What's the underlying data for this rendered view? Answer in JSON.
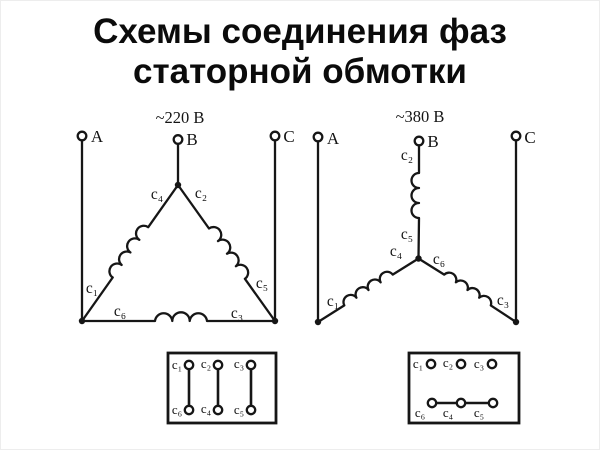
{
  "page": {
    "background": "#ffffff",
    "ink": "#161616"
  },
  "title": {
    "line1": "Схемы соединения фаз",
    "line2": "статорной обмотки"
  },
  "delta": {
    "voltage": "~220 В",
    "terminal_a": "A",
    "terminal_b": "B",
    "terminal_c": "C",
    "windings": {
      "c1": "c₁",
      "c2": "c₂",
      "c3": "c₃",
      "c4": "c₄",
      "c5": "c₅",
      "c6": "c₆"
    },
    "board": {
      "top": [
        "c₁",
        "c₂",
        "c₃"
      ],
      "bottom": [
        "c₆",
        "c₄",
        "c₅"
      ]
    }
  },
  "star": {
    "voltage": "~380 В",
    "terminal_a": "A",
    "terminal_b": "B",
    "terminal_c": "C",
    "windings": {
      "c1": "c₁",
      "c2": "c₂",
      "c3": "c₃",
      "c4": "c₄",
      "c5": "c₅",
      "c6": "c₆"
    },
    "board": {
      "top": [
        "c₁",
        "c₂",
        "c₃"
      ],
      "bottom": [
        "c₆",
        "c₄",
        "c₅"
      ]
    }
  }
}
